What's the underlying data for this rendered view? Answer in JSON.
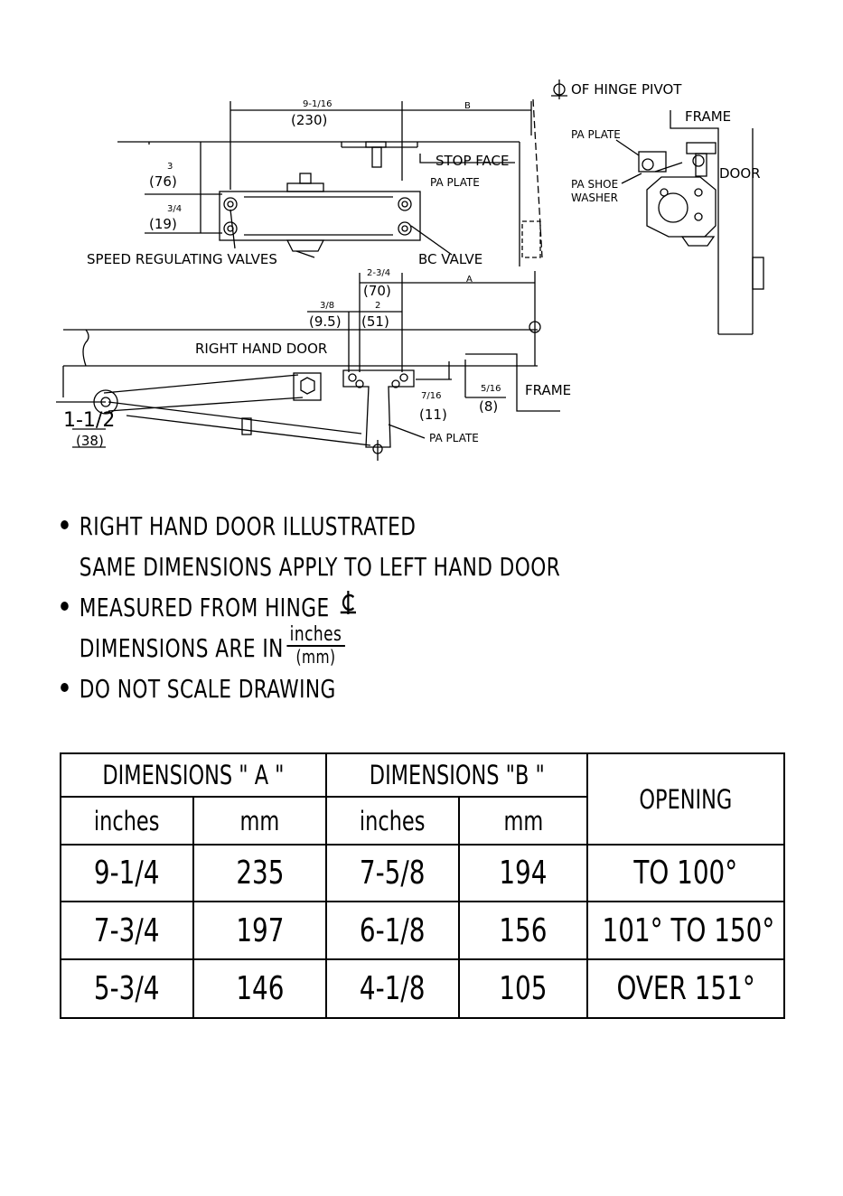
{
  "drawing": {
    "labels": {
      "dim_9_1_16": "9-1/16",
      "dim_230": "(230)",
      "dim_B": "B",
      "hinge_pivot": "OF HINGE PIVOT",
      "frame_top": "FRAME",
      "pa_plate_side": "PA PLATE",
      "stop_face": "STOP FACE",
      "pa_plate_top": "PA PLATE",
      "dim_3": "3",
      "dim_76": "(76)",
      "dim_3_4": "3/4",
      "dim_19": "(19)",
      "pa_shoe": "PA SHOE",
      "washer": "WASHER",
      "door_side": "DOOR",
      "speed_valves": "SPEED REGULATING VALVES",
      "bc_valve": "BC VALVE",
      "dim_2_3_4": "2-3/4",
      "dim_70": "(70)",
      "dim_A": "A",
      "dim_3_8": "3/8",
      "dim_9_5": "(9.5)",
      "dim_2": "2",
      "dim_51": "(51)",
      "right_hand_door": "RIGHT HAND DOOR",
      "dim_7_16": "7/16",
      "dim_11": "(11)",
      "dim_5_16": "5/16",
      "dim_8": "(8)",
      "frame_bottom": "FRAME",
      "dim_1_1_2": "1-1/2",
      "dim_38": "(38)",
      "pa_plate_bottom": "PA PLATE"
    }
  },
  "notes": {
    "line1": "RIGHT  HAND  DOOR  ILLUSTRATED",
    "line2": "SAME  DIMENSIONS  APPLY  TO   LEFT HAND  DOOR",
    "line3": "MEASURED  FROM  HINGE",
    "line4": "DIMENSIONS  ARE  IN",
    "frac_num": "inches",
    "frac_den": "(mm)",
    "line5": "DO  NOT  SCALE  DRAWING"
  },
  "table": {
    "header_a": "DIMENSIONS  \" A \"",
    "header_b": "DIMENSIONS  \"B  \"",
    "header_opening": "OPENING",
    "sub_inches_a": "inches",
    "sub_mm_a": "mm",
    "sub_inches_b": "inches",
    "sub_mm_b": "mm",
    "rows": [
      {
        "a_in": "9-1/4",
        "a_mm": "235",
        "b_in": "7-5/8",
        "b_mm": "194",
        "opening": "TO  100°"
      },
      {
        "a_in": "7-3/4",
        "a_mm": "197",
        "b_in": "6-1/8",
        "b_mm": "156",
        "opening": "101°  TO  150°"
      },
      {
        "a_in": "5-3/4",
        "a_mm": "146",
        "b_in": "4-1/8",
        "b_mm": "105",
        "opening": "OVER  151°"
      }
    ]
  }
}
